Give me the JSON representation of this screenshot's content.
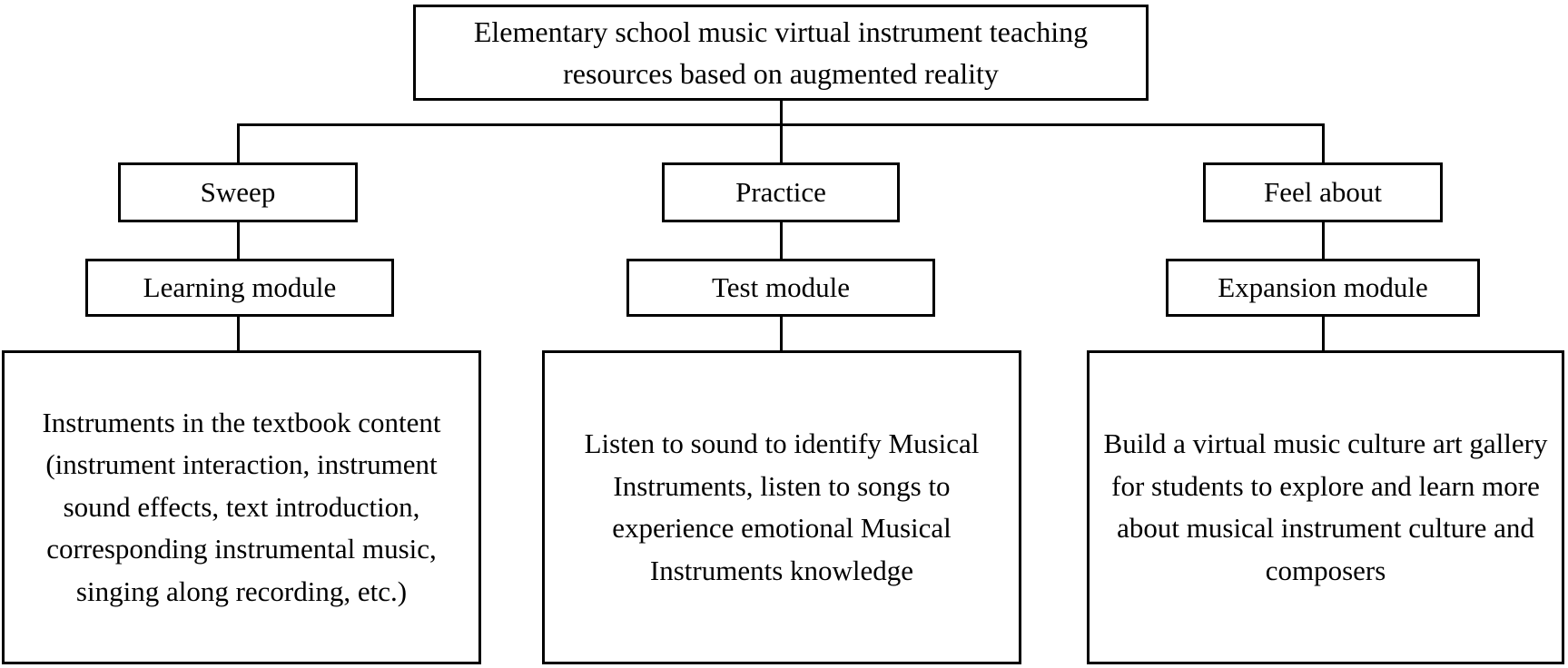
{
  "colors": {
    "line": "#000000",
    "box_background": "#ffffff",
    "text": "#000000"
  },
  "diagram": {
    "root_label": "Elementary school music virtual instrument teaching resources based on augmented reality",
    "branches": [
      {
        "category": "Sweep",
        "module": "Learning module",
        "description": "Instruments in the textbook content (instrument interaction, instrument sound effects, text introduction, corresponding instrumental music, singing along recording, etc.)"
      },
      {
        "category": "Practice",
        "module": "Test module",
        "description": "Listen to sound to identify Musical Instruments, listen to songs to experience emotional Musical Instruments knowledge"
      },
      {
        "category": "Feel about",
        "module": "Expansion module",
        "description": "Build a virtual music culture art gallery for students to explore and learn more about musical instrument culture and composers"
      }
    ]
  }
}
